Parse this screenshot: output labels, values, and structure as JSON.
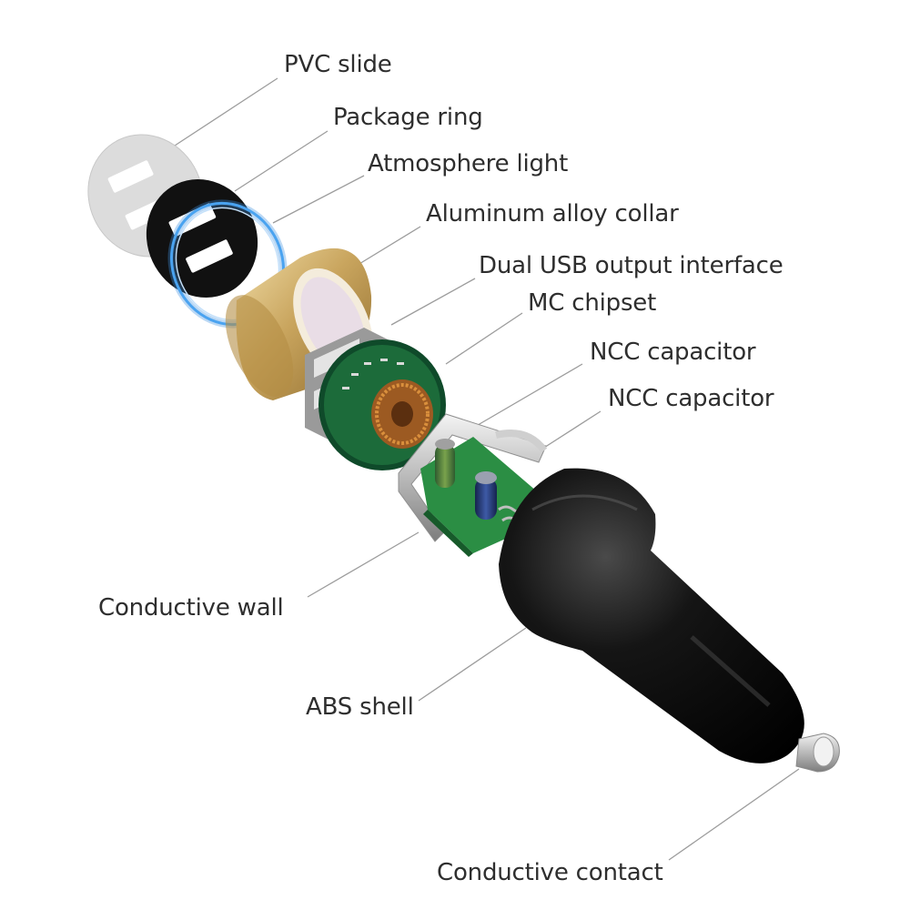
{
  "labels": {
    "pvc_slide": "PVC slide",
    "package_ring": "Package ring",
    "atmosphere_light": "Atmosphere light",
    "aluminum_alloy_collar": "Aluminum alloy collar",
    "dual_usb_output_interface": "Dual USB output interface",
    "mc_chipset": "MC chipset",
    "ncc_capacitor_1": "NCC capacitor",
    "ncc_capacitor_2": "NCC capacitor",
    "conductive_wall": "Conductive wall",
    "abs_shell": "ABS shell",
    "conductive_contact": "Conductive contact"
  },
  "colors": {
    "pvc_slide": "#dcdcdc",
    "package_ring": "#111111",
    "atmosphere_light": "#3b8fe0",
    "aluminum_collar": "#c9a55e",
    "pcb": "#1f8a3c",
    "abs_shell": "#0c0c0c",
    "contact": "#d9d9d9",
    "leader_line": "#9c9c9c",
    "label_text": "#2e2e2e"
  }
}
